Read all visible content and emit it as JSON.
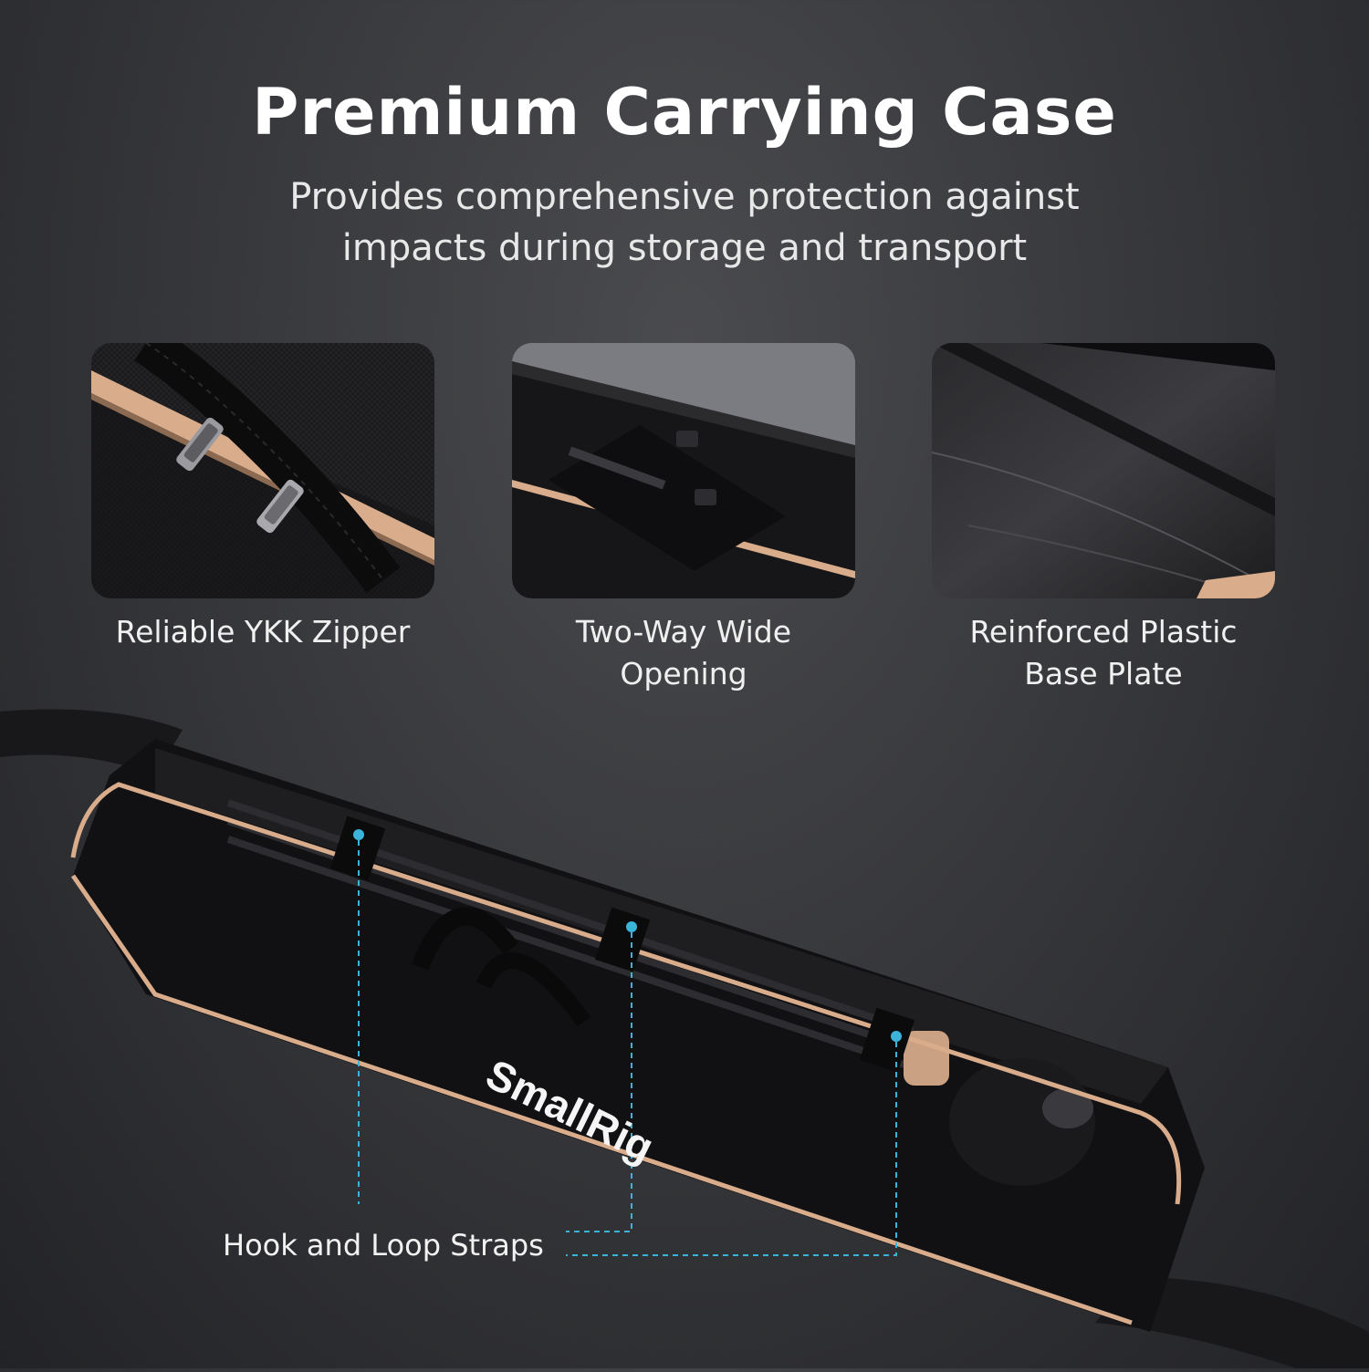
{
  "header": {
    "title": "Premium Carrying Case",
    "subtitle": "Provides comprehensive protection against impacts during storage and transport"
  },
  "features": [
    {
      "icon": "zipper-photo",
      "caption": "Reliable YKK Zipper"
    },
    {
      "icon": "wide-opening-photo",
      "caption": "Two-Way Wide Opening"
    },
    {
      "icon": "base-plate-photo",
      "caption": "Reinforced Plastic Base Plate"
    }
  ],
  "product": {
    "brand_logo": "SmallRig",
    "callout": "Hook and Loop Straps"
  },
  "colors": {
    "accent_trim": "#d9ad8c",
    "callout_line": "#3ab4d9",
    "bag_body": "#111113"
  }
}
